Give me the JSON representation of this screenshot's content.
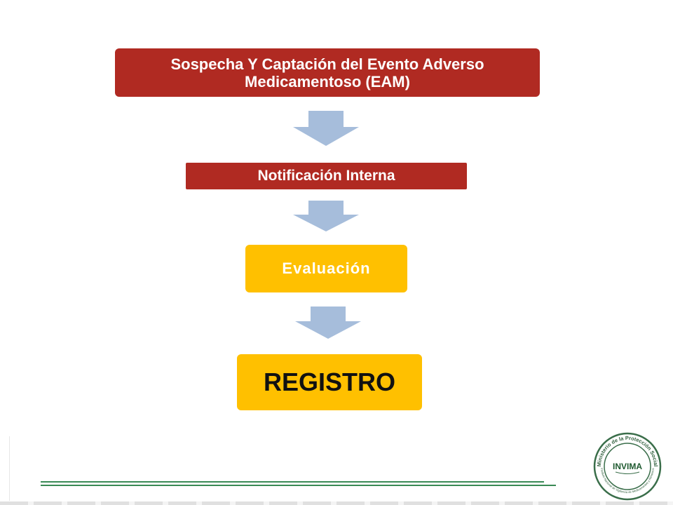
{
  "diagram": {
    "steps": [
      {
        "label": "Sospecha Y Captación del Evento Adverso Medicamentoso (EAM)"
      },
      {
        "label": "Notificación Interna"
      },
      {
        "label": "Evaluación"
      },
      {
        "label": "REGISTRO"
      }
    ]
  },
  "logo": {
    "name": "INVIMA",
    "ring_top": "Ministerio de la Protección Social",
    "ring_bottom": "Instituto Nacional de Vigilancia de Medicamentos y Alimentos"
  },
  "colors": {
    "step_red": "#b02a22",
    "step_yellow": "#ffc000",
    "arrow_blue": "#a6bddb",
    "footer_green": "#3a8a55"
  }
}
